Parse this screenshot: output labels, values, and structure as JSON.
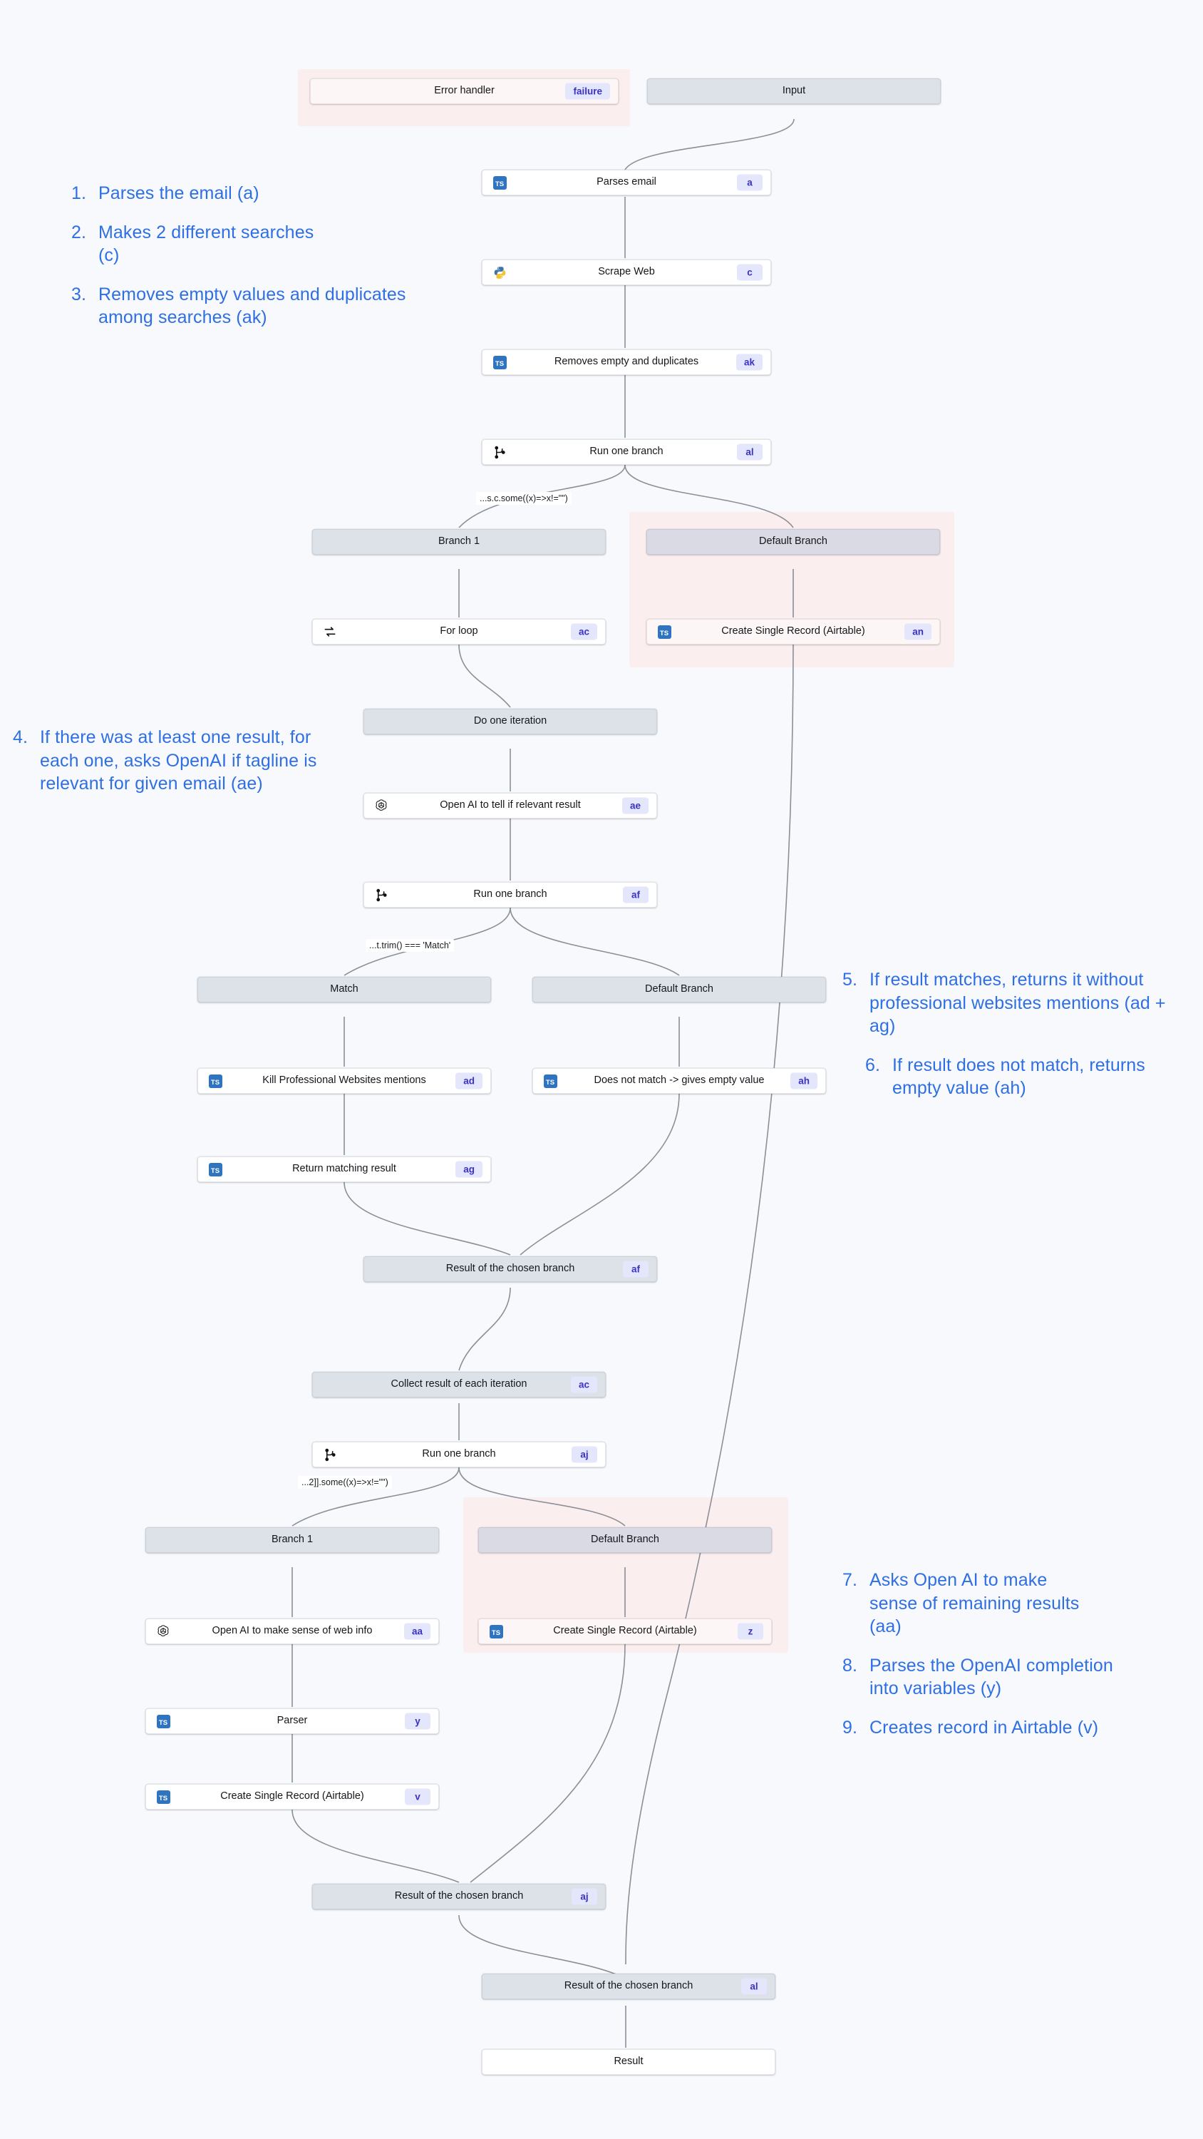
{
  "diagram": {
    "type": "workflow-flowchart",
    "background_color": "#f8f9fc",
    "annotation_color": "#2f6fe4",
    "tag_color": "#3b32c8",
    "nodes": [
      {
        "id": "error_handler",
        "label": "Error handler",
        "tag": "failure",
        "style": "pink",
        "icon": "none"
      },
      {
        "id": "input",
        "label": "Input",
        "tag": "",
        "style": "grey",
        "icon": "none"
      },
      {
        "id": "a",
        "label": "Parses email",
        "tag": "a",
        "style": "white",
        "icon": "typescript-icon"
      },
      {
        "id": "c",
        "label": "Scrape Web",
        "tag": "c",
        "style": "white",
        "icon": "python-icon"
      },
      {
        "id": "ak",
        "label": "Removes empty and duplicates",
        "tag": "ak",
        "style": "white",
        "icon": "typescript-icon"
      },
      {
        "id": "al_branch",
        "label": "Run one branch",
        "tag": "al",
        "style": "white",
        "icon": "git-branch-icon"
      },
      {
        "id": "branch1_top",
        "label": "Branch 1",
        "tag": "",
        "style": "branch",
        "icon": "none"
      },
      {
        "id": "default_top",
        "label": "Default Branch",
        "tag": "",
        "style": "branch-dark",
        "icon": "none"
      },
      {
        "id": "ac_forloop",
        "label": "For loop",
        "tag": "ac",
        "style": "white",
        "icon": "loop-icon"
      },
      {
        "id": "an",
        "label": "Create Single Record (Airtable)",
        "tag": "an",
        "style": "pink",
        "icon": "typescript-icon"
      },
      {
        "id": "do_one_iteration",
        "label": "Do one iteration",
        "tag": "",
        "style": "grey",
        "icon": "none"
      },
      {
        "id": "ae",
        "label": "Open AI to tell if relevant result",
        "tag": "ae",
        "style": "white",
        "icon": "openai-icon"
      },
      {
        "id": "af_branch",
        "label": "Run one branch",
        "tag": "af",
        "style": "white",
        "icon": "git-branch-icon"
      },
      {
        "id": "match",
        "label": "Match",
        "tag": "",
        "style": "branch",
        "icon": "none"
      },
      {
        "id": "default_mid",
        "label": "Default Branch",
        "tag": "",
        "style": "branch",
        "icon": "none"
      },
      {
        "id": "ad",
        "label": "Kill Professional Websites mentions",
        "tag": "ad",
        "style": "white",
        "icon": "typescript-icon"
      },
      {
        "id": "ah",
        "label": "Does not match -> gives empty value",
        "tag": "ah",
        "style": "white",
        "icon": "typescript-icon"
      },
      {
        "id": "ag",
        "label": "Return matching result",
        "tag": "ag",
        "style": "white",
        "icon": "typescript-icon"
      },
      {
        "id": "af_result",
        "label": "Result of the chosen branch",
        "tag": "af",
        "style": "grey",
        "icon": "none"
      },
      {
        "id": "ac_collect",
        "label": "Collect result of each iteration",
        "tag": "ac",
        "style": "grey",
        "icon": "none"
      },
      {
        "id": "aj_branch",
        "label": "Run one branch",
        "tag": "aj",
        "style": "white",
        "icon": "git-branch-icon"
      },
      {
        "id": "branch1_bot",
        "label": "Branch 1",
        "tag": "",
        "style": "branch",
        "icon": "none"
      },
      {
        "id": "default_bot",
        "label": "Default Branch",
        "tag": "",
        "style": "branch-dark",
        "icon": "none"
      },
      {
        "id": "aa",
        "label": "Open AI to make sense of web info",
        "tag": "aa",
        "style": "white",
        "icon": "openai-icon"
      },
      {
        "id": "z",
        "label": "Create Single Record (Airtable)",
        "tag": "z",
        "style": "pink",
        "icon": "typescript-icon"
      },
      {
        "id": "y",
        "label": "Parser",
        "tag": "y",
        "style": "white",
        "icon": "typescript-icon"
      },
      {
        "id": "v",
        "label": "Create Single Record (Airtable)",
        "tag": "v",
        "style": "white",
        "icon": "typescript-icon"
      },
      {
        "id": "aj_result",
        "label": "Result of the chosen branch",
        "tag": "aj",
        "style": "grey",
        "icon": "none"
      },
      {
        "id": "al_result",
        "label": "Result of the chosen branch",
        "tag": "al",
        "style": "grey",
        "icon": "none"
      },
      {
        "id": "result",
        "label": "Result",
        "tag": "",
        "style": "white",
        "icon": "none"
      }
    ],
    "edge_labels": [
      {
        "id": "cond_top",
        "text": "...s.c.some((x)=>x!=\"\")"
      },
      {
        "id": "cond_mid",
        "text": "...t.trim() === 'Match'"
      },
      {
        "id": "cond_bot",
        "text": "...2]].some((x)=>x!=\"\")"
      }
    ],
    "annotations": [
      {
        "num": "1.",
        "text": "Parses the email (a)"
      },
      {
        "num": "2.",
        "text": "Makes 2 different searches (c)"
      },
      {
        "num": "3.",
        "text": "Removes empty values and duplicates among searches (ak)"
      },
      {
        "num": "4.",
        "text": "If there was at least one result, for each one, asks OpenAI if tagline is relevant for given email (ae)"
      },
      {
        "num": "5.",
        "text": "If result matches, returns it without professional websites mentions (ad + ag)"
      },
      {
        "num": "6.",
        "text": "If result does not match, returns empty value (ah)"
      },
      {
        "num": "7.",
        "text": "Asks Open AI to make sense of remaining results (aa)"
      },
      {
        "num": "8.",
        "text": "Parses the OpenAI completion into variables (y)"
      },
      {
        "num": "9.",
        "text": "Creates record in Airtable (v)"
      }
    ]
  }
}
